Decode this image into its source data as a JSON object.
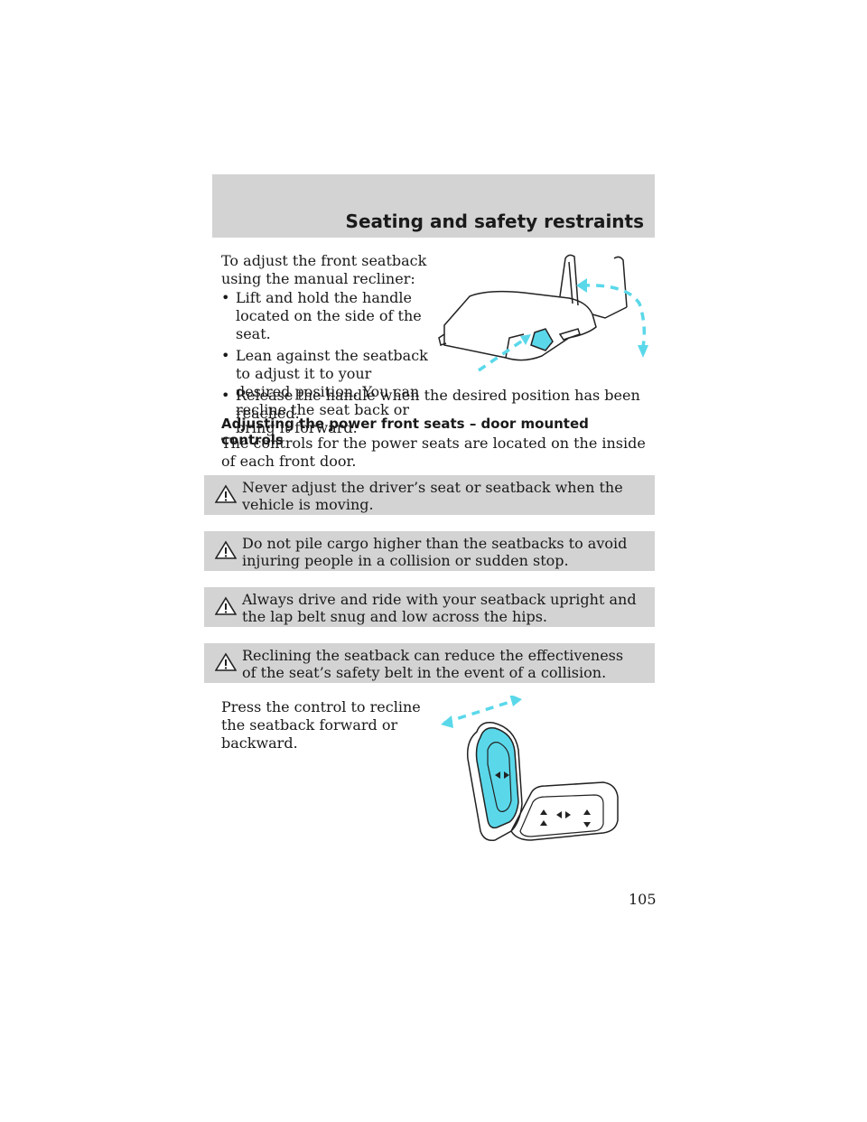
{
  "header": {
    "title": "Seating and safety restraints"
  },
  "intro": {
    "text": "To adjust the front seatback using the manual recliner:"
  },
  "bullets": [
    {
      "marker": "•",
      "text": "Lift and hold the handle located on the side of the seat."
    },
    {
      "marker": "•",
      "text": "Lean against the seatback to adjust it to your desired position. You can recline the seat back or bring it forward."
    },
    {
      "marker": "•",
      "text": "Release the handle when the desired position has been reached."
    }
  ],
  "section": {
    "heading": "Adjusting the power front seats – door mounted controls",
    "text": "The controls for the power seats are located on the inside of each front door."
  },
  "warnings": [
    {
      "text": "Never adjust the driver’s seat or seatback when the vehicle is moving."
    },
    {
      "text": "Do not pile cargo higher than the seatbacks to avoid injuring people in a collision or sudden stop."
    },
    {
      "text": "Always drive and ride with your seatback upright and the lap belt snug and low across the hips."
    },
    {
      "text": "Reclining the seatback can reduce the effectiveness of the seat’s safety belt in the event of a collision."
    }
  ],
  "press": {
    "text": "Press the control to recline the seatback forward or backward."
  },
  "page_number": "105",
  "colors": {
    "accent": "#5ad8ea",
    "panel": "#d3d3d3"
  }
}
